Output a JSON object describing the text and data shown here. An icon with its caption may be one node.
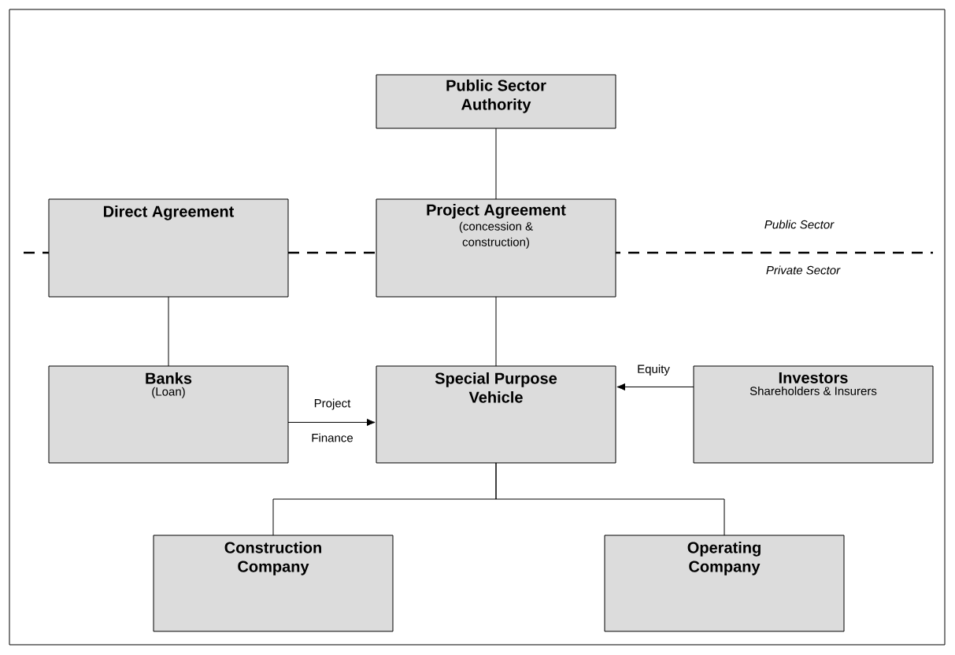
{
  "diagram": {
    "nodes": [
      {
        "text": [
          "Public Sector Authority"
        ]
      },
      {
        "text": [
          "Direct Agreement"
        ]
      },
      {
        "text": [
          "Project Agreement",
          "(concession & construction)"
        ]
      },
      {
        "text": [
          "Banks",
          "(Loan)"
        ]
      },
      {
        "text": [
          "Special Purpose Vehicle"
        ]
      },
      {
        "text": [
          "Investors",
          "Shareholders & Insurers"
        ]
      },
      {
        "text": [
          "Construction Company"
        ]
      },
      {
        "text": [
          "Operating Company"
        ]
      }
    ],
    "edges": [
      {
        "from": 0,
        "to": 2,
        "arrow": "none"
      },
      {
        "from": 1,
        "to": 3,
        "arrow": "none"
      },
      {
        "from": 2,
        "to": 4,
        "arrow": "none"
      },
      {
        "from": 3,
        "to": 4,
        "arrow": "to",
        "label": "Project Finance"
      },
      {
        "from": 5,
        "to": 4,
        "arrow": "to",
        "label": "Equity"
      },
      {
        "from": 4,
        "to": 6,
        "arrow": "none"
      },
      {
        "from": 4,
        "to": 7,
        "arrow": "none"
      }
    ],
    "labels": [
      "Public Sector",
      "Private Sector"
    ]
  }
}
